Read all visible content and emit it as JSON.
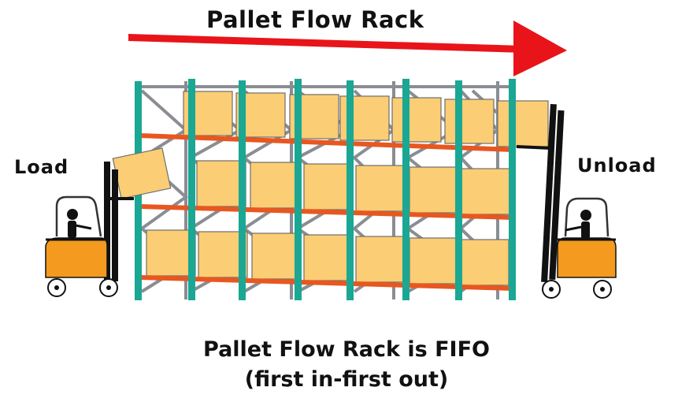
{
  "diagram": {
    "title": "Pallet Flow Rack",
    "left_label": "Load",
    "right_label": "Unload",
    "caption_line1": "Pallet Flow Rack is FIFO",
    "caption_line2": "(first in-first out)"
  },
  "colors": {
    "arrow": "#e8141a",
    "upright": "#1aa793",
    "brace": "#8a8d93",
    "beam": "#e8571f",
    "box": "#fbcd74",
    "box_edge": "#6e6e6e",
    "forklift_body": "#f39a1f",
    "mast": "#111111"
  },
  "icons": [
    "flow-direction-arrow",
    "forklift-icon",
    "pallet-box",
    "operator-icon"
  ]
}
